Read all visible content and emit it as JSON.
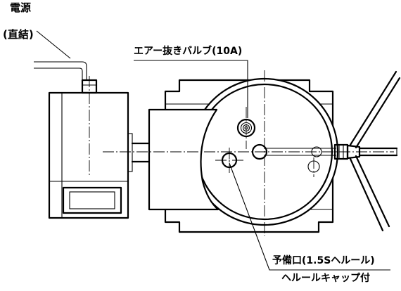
{
  "labels": {
    "power": "電源",
    "direct": "(直結)",
    "air_vent": "エアー抜きバルブ(10A)",
    "spare_port": "予備口(1.5Sヘルール)",
    "ferrule_cap": "ヘルールキャップ付"
  },
  "colors": {
    "line": "#000000",
    "background": "#ffffff"
  }
}
